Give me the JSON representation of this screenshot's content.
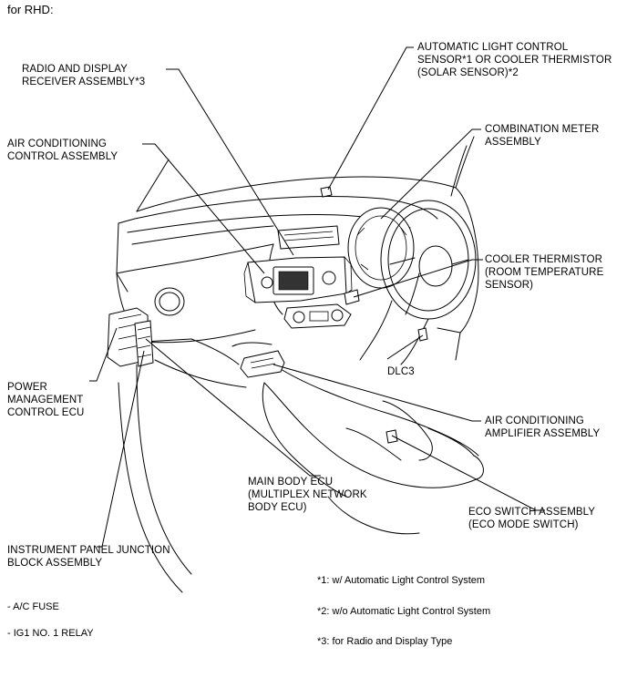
{
  "title": "for RHD:",
  "labels": {
    "auto_light_sensor": "AUTOMATIC LIGHT CONTROL\nSENSOR*1 OR COOLER THERMISTOR\n(SOLAR SENSOR)*2",
    "radio_display": "RADIO AND DISPLAY\nRECEIVER ASSEMBLY*3",
    "ac_control": "AIR CONDITIONING\nCONTROL ASSEMBLY",
    "combination_meter": "COMBINATION METER\nASSEMBLY",
    "cooler_thermistor_room": "COOLER THERMISTOR\n(ROOM TEMPERATURE\nSENSOR)",
    "power_mgmt_ecu": "POWER\nMANAGEMENT\nCONTROL ECU",
    "dlc3": "DLC3",
    "ac_amplifier": "AIR CONDITIONING\nAMPLIFIER ASSEMBLY",
    "main_body_ecu": "MAIN BODY ECU\n(MULTIPLEX NETWORK\nBODY ECU)",
    "eco_switch": "ECO SWITCH ASSEMBLY\n(ECO MODE SWITCH)",
    "ip_junction_block": "INSTRUMENT PANEL JUNCTION\nBLOCK ASSEMBLY"
  },
  "sub_items": [
    "- A/C FUSE",
    "- IG1 NO. 1 RELAY"
  ],
  "footnotes": [
    "*1: w/ Automatic Light Control System",
    "*2: w/o Automatic Light Control System",
    "*3: for Radio and Display Type"
  ]
}
